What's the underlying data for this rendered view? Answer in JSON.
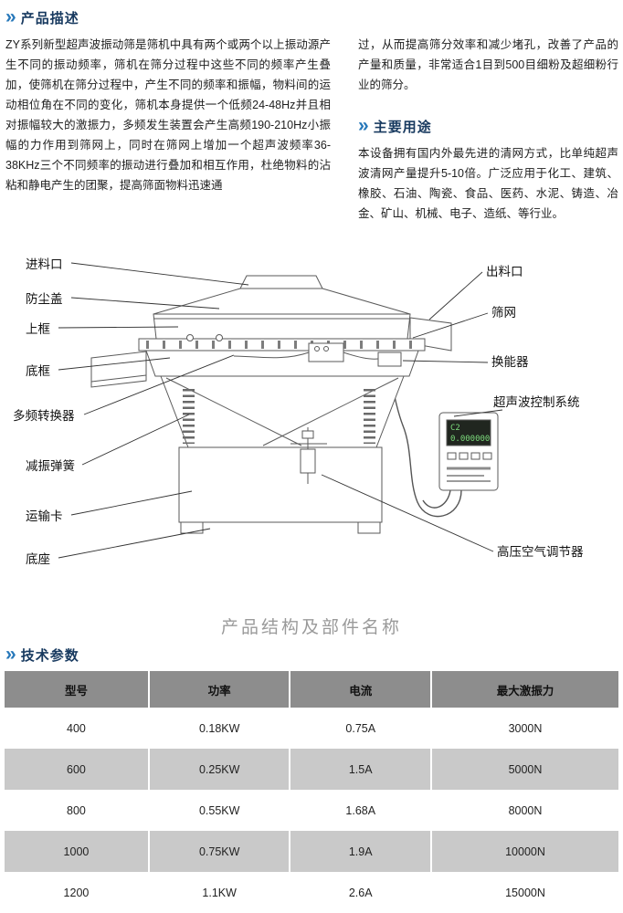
{
  "icons": {
    "double_chevron": "»"
  },
  "description": {
    "title": "产品描述",
    "left_text": "ZY系列新型超声波振动筛是筛机中具有两个或两个以上振动源产生不同的振动频率，筛机在筛分过程中这些不同的频率产生叠加，使筛机在筛分过程中，产生不同的频率和振幅，物料间的运动相位角在不同的变化，筛机本身提供一个低频24-48Hz并且相对振幅较大的激振力，多频发生装置会产生高频190-210Hz小振幅的力作用到筛网上，同时在筛网上增加一个超声波频率36-38KHz三个不同频率的振动进行叠加和相互作用，杜绝物料的沾粘和静电产生的团聚，提高筛面物料迅速通",
    "right_text": "过，从而提高筛分效率和减少堵孔，改善了产品的产量和质量，非常适合1目到500目细粉及超细粉行业的筛分。"
  },
  "usage": {
    "title": "主要用途",
    "text": "本设备拥有国内外最先进的清网方式，比单纯超声波清网产量提升5-10倍。广泛应用于化工、建筑、橡胶、石油、陶瓷、食品、医药、水泥、铸造、冶金、矿山、机械、电子、造纸、等行业。"
  },
  "diagram": {
    "caption": "产品结构及部件名称",
    "labels": {
      "feed_inlet": "进料口",
      "dust_cover": "防尘盖",
      "upper_frame": "上框",
      "bottom_frame": "底框",
      "multi_freq_converter": "多频转换器",
      "damping_spring": "减振弹簧",
      "transport_clamp": "运输卡",
      "base": "底座",
      "outlet": "出料口",
      "screen_mesh": "筛网",
      "transducer": "换能器",
      "ultrasonic_control_system": "超声波控制系统",
      "air_regulator": "高压空气调节器"
    },
    "display": {
      "line1": "C2",
      "line2": "0.000000"
    }
  },
  "parameters": {
    "title": "技术参数",
    "table": {
      "headers": [
        "型号",
        "功率",
        "电流",
        "最大激振力"
      ],
      "rows": [
        [
          "400",
          "0.18KW",
          "0.75A",
          "3000N"
        ],
        [
          "600",
          "0.25KW",
          "1.5A",
          "5000N"
        ],
        [
          "800",
          "0.55KW",
          "1.68A",
          "8000N"
        ],
        [
          "1000",
          "0.75KW",
          "1.9A",
          "10000N"
        ],
        [
          "1200",
          "1.1KW",
          "2.6A",
          "15000N"
        ]
      ]
    }
  },
  "colors": {
    "accent_blue": "#2778ba",
    "title_navy": "#17395f",
    "table_header_bg": "#8d8d8d",
    "table_alt_row_bg": "#c9c9c9",
    "caption_gray": "#9a9a9a"
  }
}
